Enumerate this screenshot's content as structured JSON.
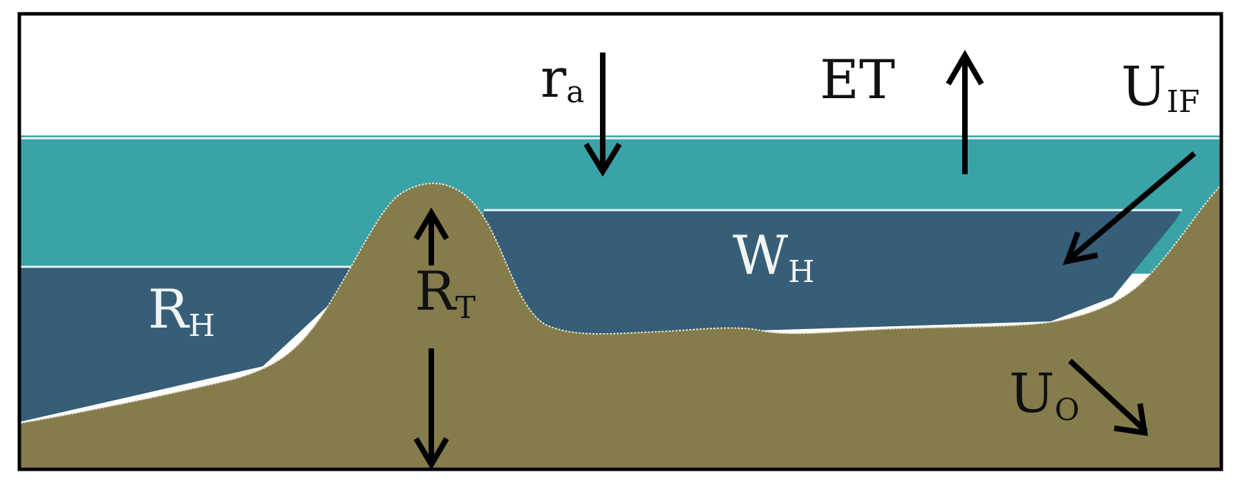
{
  "colors": {
    "background": "#ffffff",
    "border": "#000000",
    "upper_water": "#3aa3a8",
    "lower_water": "#365e78",
    "soil": "#857c4c",
    "light_text": "#f2f4f2",
    "dark_text": "#111111"
  },
  "labels": {
    "ra": {
      "main": "r",
      "sub": "a"
    },
    "et": {
      "main": "ET",
      "sub": ""
    },
    "uif": {
      "main": "U",
      "sub": "IF"
    },
    "wh": {
      "main": "W",
      "sub": "H"
    },
    "rh": {
      "main": "R",
      "sub": "H"
    },
    "rt": {
      "main": "R",
      "sub": "T"
    },
    "uo": {
      "main": "U",
      "sub": "O"
    }
  },
  "arrows": [
    {
      "id": "ra-arrow",
      "icon": "arrow-down-icon"
    },
    {
      "id": "et-arrow",
      "icon": "arrow-up-icon"
    },
    {
      "id": "uif-arrow",
      "icon": "arrow-down-left-icon"
    },
    {
      "id": "rt-up-arrow",
      "icon": "arrow-up-icon"
    },
    {
      "id": "rt-down-arrow",
      "icon": "arrow-down-icon"
    },
    {
      "id": "uo-arrow",
      "icon": "arrow-down-right-icon"
    }
  ]
}
